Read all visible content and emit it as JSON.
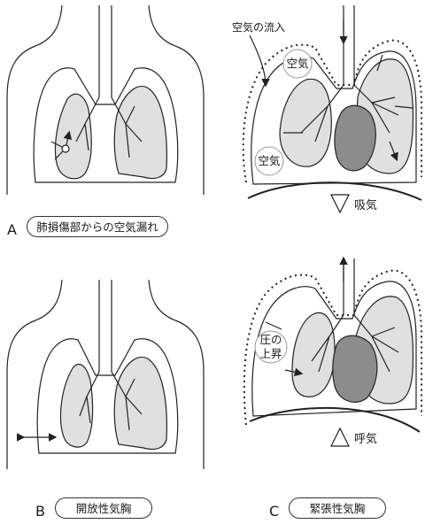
{
  "panel_a": {
    "letter": "A",
    "caption": "肺損傷部からの空気漏れ"
  },
  "panel_b": {
    "letter": "B",
    "caption": "開放性気胸"
  },
  "panel_c": {
    "letter": "C",
    "caption": "緊張性気胸",
    "inspiration": {
      "air_inflow_label": "空気の流入",
      "air_label_1": "空気",
      "air_label_2": "空気",
      "phase_label": "吸気"
    },
    "expiration": {
      "pressure_label_line1": "圧の",
      "pressure_label_line2": "上昇",
      "phase_label": "呼気"
    }
  },
  "colors": {
    "line": "#222222",
    "lung_fill": "#e0e0e0",
    "heart_fill": "#8c8c8c",
    "background": "#ffffff"
  }
}
